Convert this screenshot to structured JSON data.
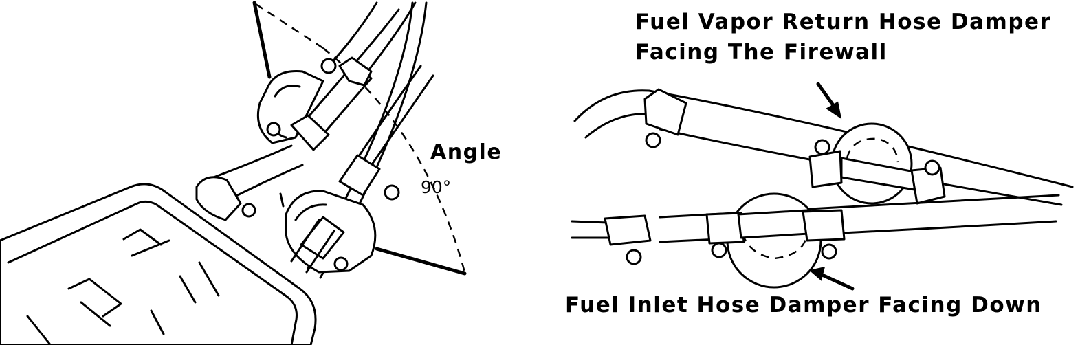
{
  "labels": {
    "angle": "Angle",
    "angle_value": "90°",
    "vapor_line1": "Fuel Vapor Return Hose Damper",
    "vapor_line2": "Facing The Firewall",
    "inlet": "Fuel Inlet Hose Damper Facing Down"
  },
  "colors": {
    "ink": "#000000",
    "paper": "#ffffff"
  }
}
